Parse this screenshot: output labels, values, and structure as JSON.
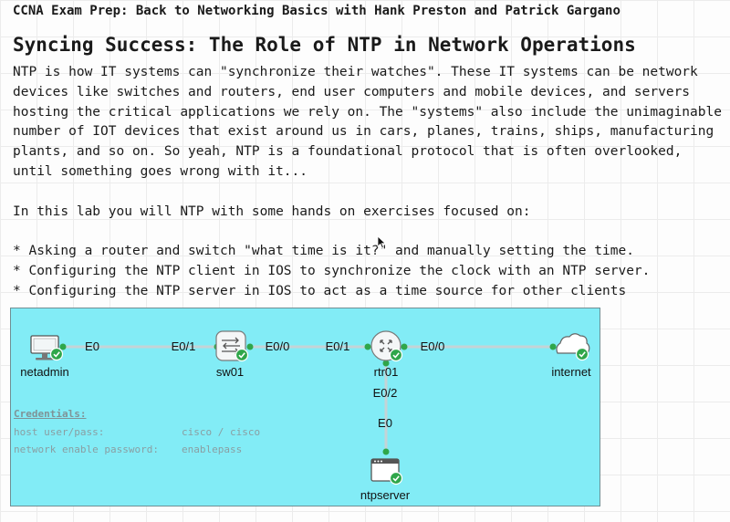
{
  "lab_title": "CCNA Exam Prep: Back to Networking Basics with Hank Preston and Patrick Gargano",
  "heading": "Syncing Success: The Role of NTP in Network Operations",
  "intro": "NTP is how IT systems can \"synchronize their watches\". These IT systems can be network devices like switches and routers, end user computers and mobile devices, and servers hosting the critical applications we rely on. The \"systems\" also include the unimaginable number of IOT devices that exist around us in cars, planes, trains, ships, manufacturing plants, and so on. So yeah, NTP is a foundational protocol that is often overlooked, until something goes wrong with it...",
  "lab_intro": "In this lab you will NTP with some hands on exercises focused on:",
  "bullets": [
    "* Asking a router and switch \"what time is it?\" and manually setting the time.",
    "* Configuring the NTP client in IOS to synchronize the clock with an NTP server.",
    "* Configuring the NTP server in IOS to act as a time source for other clients"
  ],
  "topology": {
    "nodes": {
      "netadmin": "netadmin",
      "sw01": "sw01",
      "rtr01": "rtr01",
      "internet": "internet",
      "ntpserver": "ntpserver"
    },
    "ports": {
      "netadmin_e0": "E0",
      "sw01_e01": "E0/1",
      "sw01_e00": "E0/0",
      "rtr01_e01": "E0/1",
      "rtr01_e00": "E0/0",
      "rtr01_e02": "E0/2",
      "ntpserver_e0": "E0"
    },
    "colors": {
      "background": "#82ecf6",
      "link": "#c4d3d6",
      "status_up": "#2fa64a"
    }
  },
  "credentials": {
    "title": "Credentials:",
    "rows": [
      {
        "label": "host user/pass:",
        "value": "cisco / cisco"
      },
      {
        "label": "network enable password:",
        "value": "enablepass"
      }
    ]
  }
}
